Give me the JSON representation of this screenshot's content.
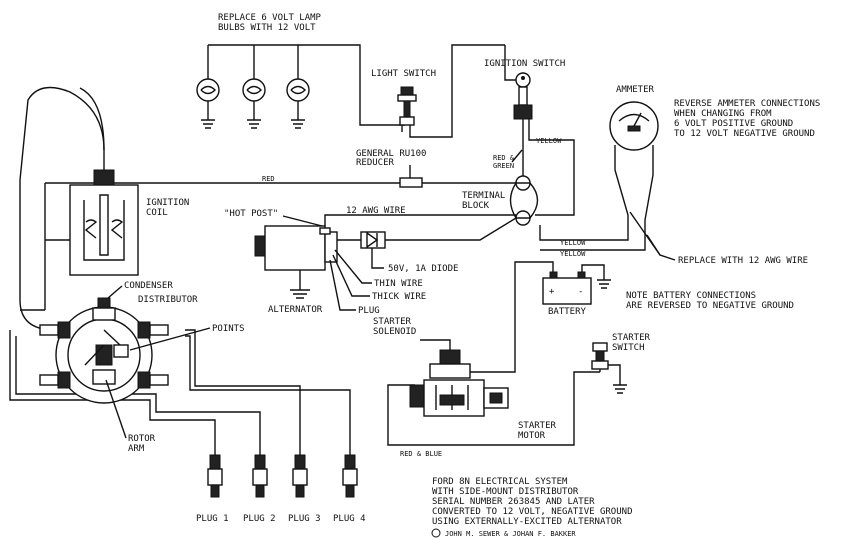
{
  "notes": {
    "lamp_line1": "REPLACE 6 VOLT LAMP",
    "lamp_line2": "BULBS WITH 12 VOLT",
    "ammeter_line1": "REVERSE AMMETER CONNECTIONS",
    "ammeter_line2": "WHEN CHANGING FROM",
    "ammeter_line3": "6 VOLT POSITIVE GROUND",
    "ammeter_line4": "TO 12 VOLT NEGATIVE GROUND",
    "battery_line1": "NOTE BATTERY CONNECTIONS",
    "battery_line2": "ARE REVERSED TO NEGATIVE GROUND",
    "replace_wire": "REPLACE WITH 12 AWG WIRE"
  },
  "components": {
    "light_switch": "LIGHT SWITCH",
    "ignition_switch": "IGNITION SWITCH",
    "ammeter": "AMMETER",
    "reducer_line1": "GENERAL RU100",
    "reducer_line2": "REDUCER",
    "ignition_coil_line1": "IGNITION",
    "ignition_coil_line2": "COIL",
    "terminal_block_line1": "TERMINAL",
    "terminal_block_line2": "BLOCK",
    "hot_post": "\"HOT POST\"",
    "alternator": "ALTERNATOR",
    "diode": "50V, 1A DIODE",
    "thin_wire": "THIN WIRE",
    "thick_wire": "THICK WIRE",
    "plug": "PLUG",
    "condenser": "CONDENSER",
    "distributor": "DISTRIBUTOR",
    "points": "POINTS",
    "rotor_line1": "ROTOR",
    "rotor_line2": "ARM",
    "battery": "BATTERY",
    "starter_solenoid_line1": "STARTER",
    "starter_solenoid_line2": "SOLENOID",
    "starter_switch_line1": "STARTER",
    "starter_switch_line2": "SWITCH",
    "starter_motor_line1": "STARTER",
    "starter_motor_line2": "MOTOR"
  },
  "wires": {
    "red": "RED",
    "red_green_line1": "RED &",
    "red_green_line2": "GREEN",
    "yellow": "YELLOW",
    "yellow_a": "YELLOW",
    "yellow_b": "YELLOW",
    "awg12": "12 AWG WIRE",
    "red_blue": "RED & BLUE"
  },
  "plugs": [
    "PLUG 1",
    "PLUG 2",
    "PLUG 3",
    "PLUG 4"
  ],
  "title_block": {
    "line1": "FORD 8N ELECTRICAL SYSTEM",
    "line2": "WITH SIDE-MOUNT DISTRIBUTOR",
    "line3": "SERIAL NUMBER 263845 AND LATER",
    "line4": "CONVERTED TO 12 VOLT, NEGATIVE GROUND",
    "line5": "USING EXTERNALLY-EXCITED ALTERNATOR",
    "credit": "JOHN M. SEWER & JOHAN F. BAKKER"
  },
  "battery_signs": {
    "plus": "+",
    "minus": "-"
  }
}
